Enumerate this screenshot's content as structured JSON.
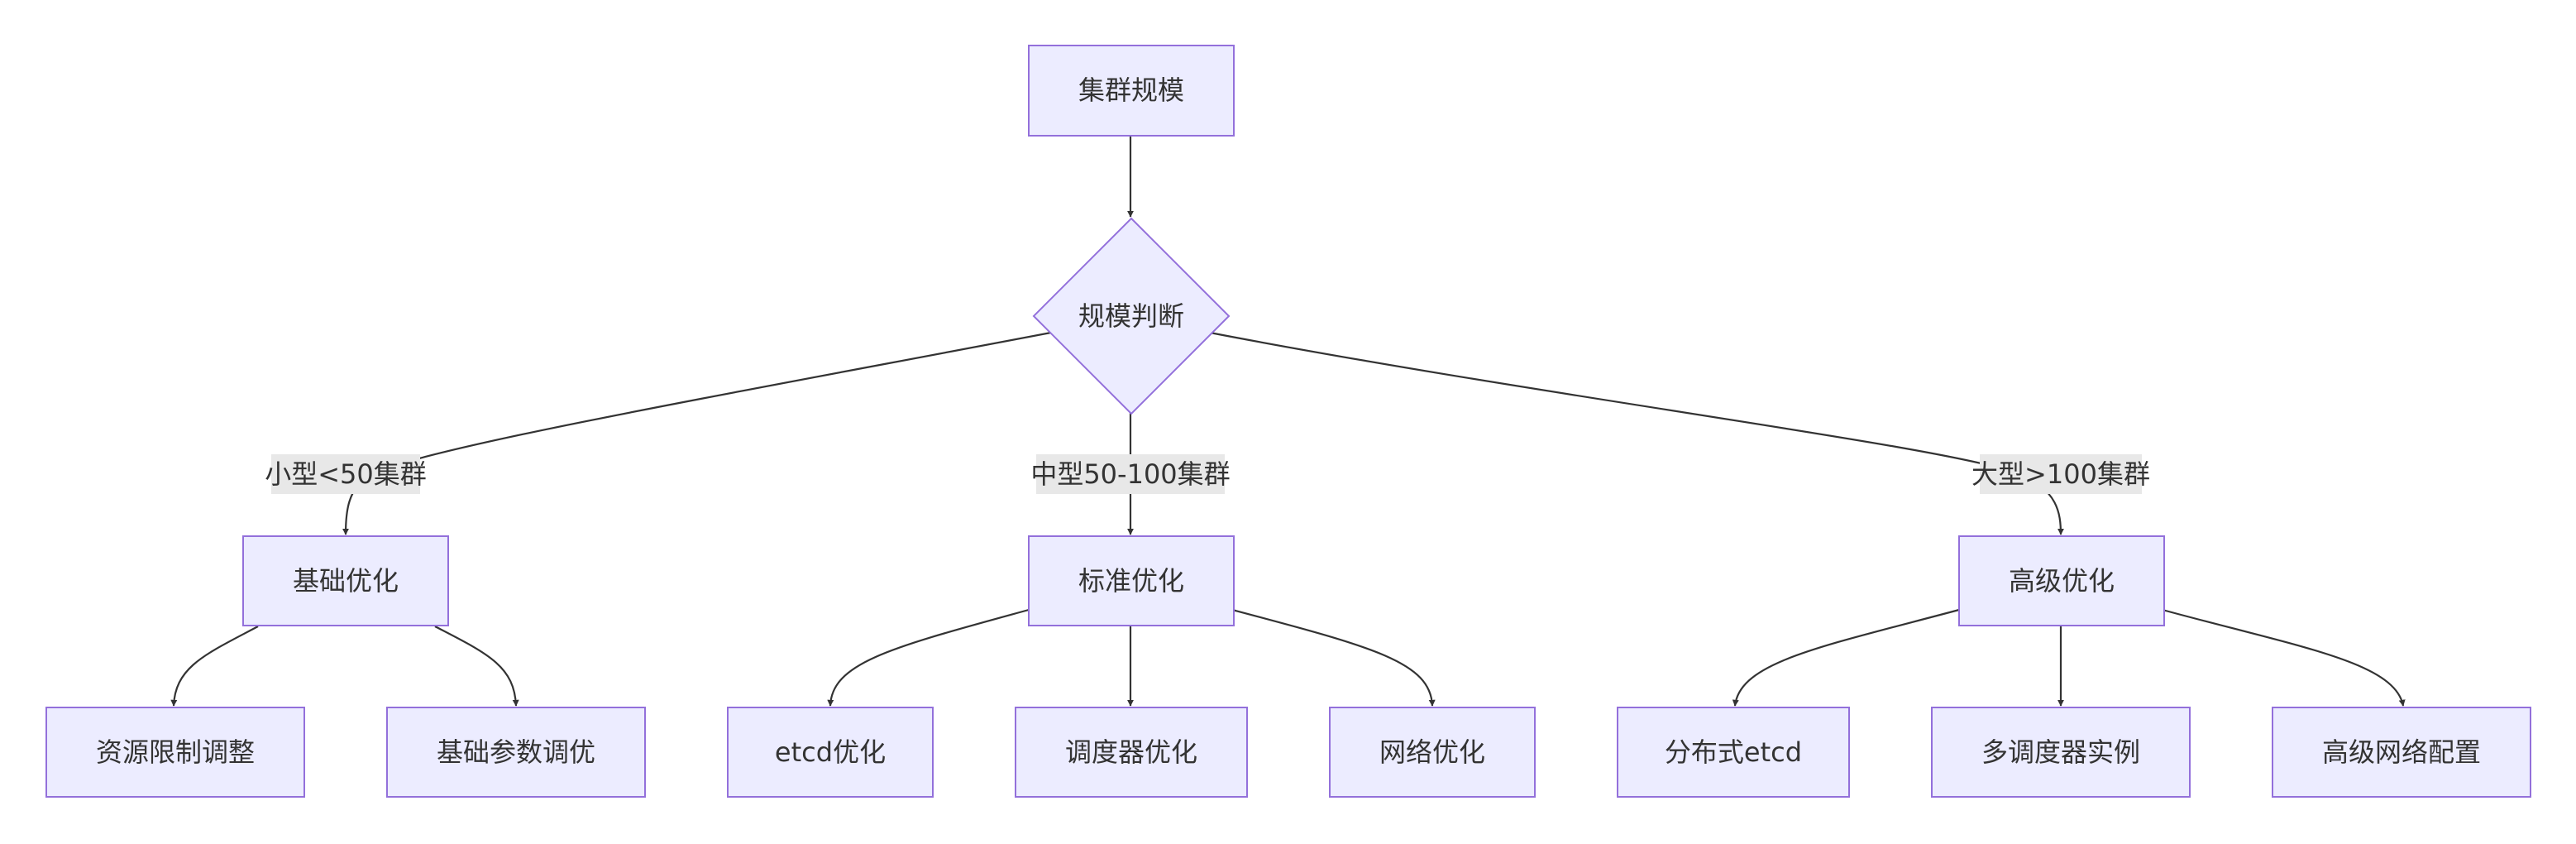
{
  "diagram": {
    "type": "flowchart",
    "nodes": {
      "cluster_scale": "集群规模",
      "scale_decision": "规模判断",
      "basic_opt": "基础优化",
      "standard_opt": "标准优化",
      "advanced_opt": "高级优化",
      "resource_limit": "资源限制调整",
      "basic_param": "基础参数调优",
      "etcd_opt": "etcd优化",
      "scheduler_opt": "调度器优化",
      "network_opt": "网络优化",
      "distributed_etcd": "分布式etcd",
      "multi_scheduler": "多调度器实例",
      "advanced_network": "高级网络配置"
    },
    "edge_labels": {
      "small": "小型<50集群",
      "medium": "中型50-100集群",
      "large": "大型>100集群"
    },
    "colors": {
      "node_fill": "#ECECFF",
      "node_stroke": "#9370DB",
      "edge": "#333333",
      "label_bg": "#e8e8e8",
      "text": "#333333"
    }
  }
}
